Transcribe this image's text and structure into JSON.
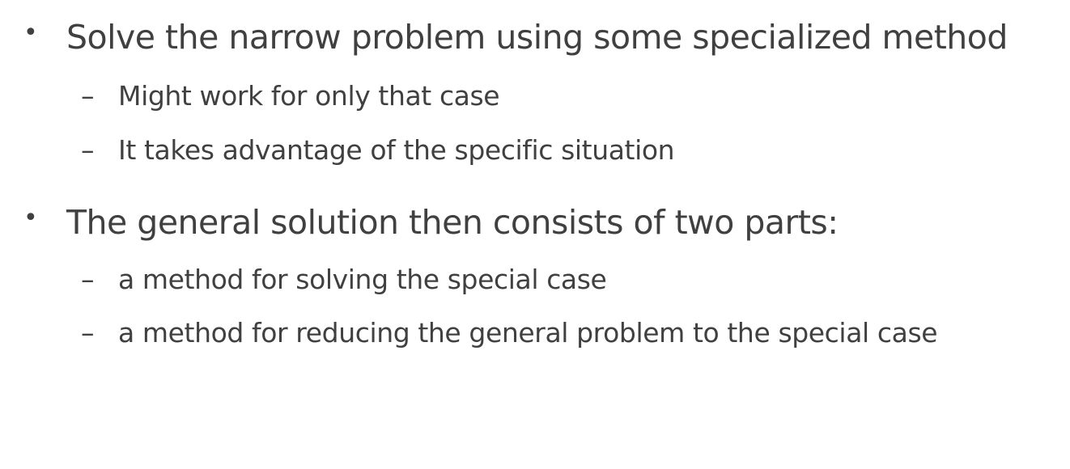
{
  "bullets": [
    {
      "marker": "•",
      "text": "Solve the narrow problem using some specialized method",
      "subitems": [
        {
          "marker": "–",
          "text": "Might work for only that case"
        },
        {
          "marker": "–",
          "text": "It takes advantage of the specific situation"
        }
      ]
    },
    {
      "marker": "•",
      "text": "The general solution then consists of two parts:",
      "subitems": [
        {
          "marker": "–",
          "text": "a method for solving the special case"
        },
        {
          "marker": "–",
          "text": "a method for reducing the general problem to the special case"
        }
      ]
    }
  ]
}
